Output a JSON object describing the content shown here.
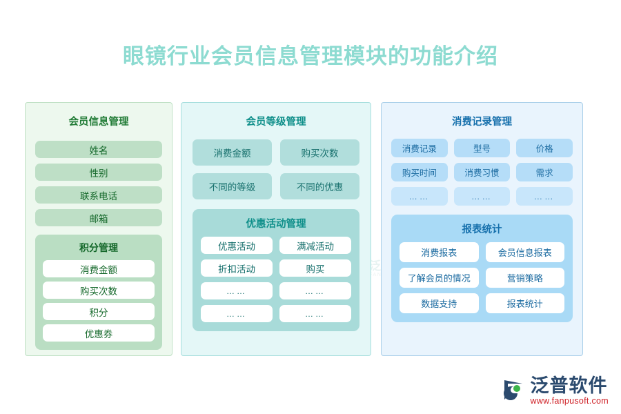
{
  "title": "眼镜行业会员信息管理模块的功能介绍",
  "colors": {
    "title": "#8ddbd1",
    "green_panel_bg": "#edf8ee",
    "green_accent": "#bedfc6",
    "teal_panel_bg": "#e4f7f7",
    "teal_accent": "#b1dedc",
    "blue_panel_bg": "#e9f4fd",
    "blue_accent": "#b5ddf8",
    "brand_red": "#cf2127"
  },
  "panels": {
    "left": {
      "title": "会员信息管理",
      "items": [
        "姓名",
        "性别",
        "联系电话",
        "邮箱"
      ],
      "subbox": {
        "title": "积分管理",
        "items": [
          "消费金额",
          "购买次数",
          "积分",
          "优惠券"
        ]
      }
    },
    "middle": {
      "title": "会员等级管理",
      "items": [
        "消费金额",
        "购买次数",
        "不同的等级",
        "不同的优惠"
      ],
      "subbox": {
        "title": "优惠活动管理",
        "items": [
          "优惠活动",
          "满减活动",
          "折扣活动",
          "购买",
          "……",
          "……",
          "……",
          "……"
        ]
      }
    },
    "right": {
      "title": "消费记录管理",
      "items": [
        "消费记录",
        "型号",
        "价格",
        "购买时间",
        "消费习惯",
        "需求",
        "……",
        "……",
        "……"
      ],
      "subbox": {
        "title": "报表统计",
        "items": [
          "消费报表",
          "会员信息报表",
          "了解会员的情况",
          "营销策略",
          "数据支持",
          "报表统计"
        ]
      }
    }
  },
  "watermark": {
    "cn": "泛普软件",
    "en": "FANPU SOFTWARE"
  },
  "brand": {
    "name": "泛普软件",
    "url": "www.fanpusoft.com"
  }
}
